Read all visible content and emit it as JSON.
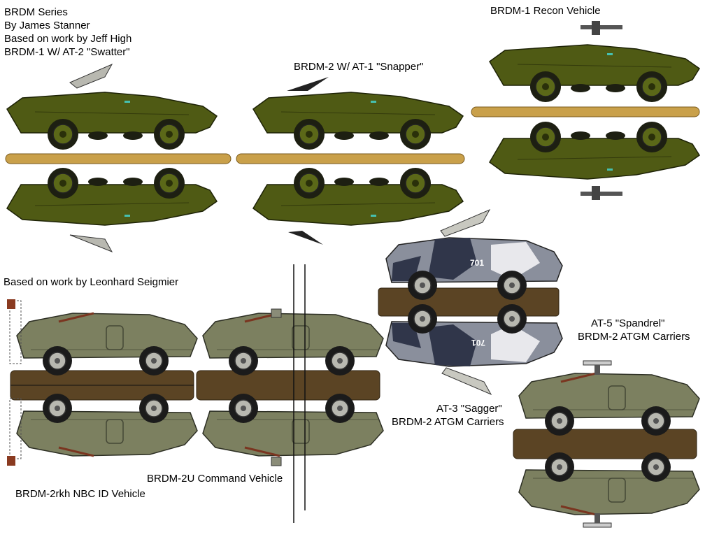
{
  "header": {
    "lines": [
      "BRDM Series",
      "By James Stanner",
      "Based on work by Jeff High",
      "BRDM-1 W/ AT-2 \"Swatter\""
    ]
  },
  "labels": {
    "at1": "BRDM-2 W/ AT-1 \"Snapper\"",
    "recon": "BRDM-1 Recon Vehicle",
    "seigmier": "Based on work by Leonhard Seigmier",
    "at5_line1": "AT-5 \"Spandrel\"",
    "at5_line2": "BRDM-2 ATGM Carriers",
    "at3_line1": "AT-3 \"Sagger\"",
    "at3_line2": "BRDM-2 ATGM Carriers",
    "command": "BRDM-2U Command Vehicle",
    "nbc": "BRDM-2rkh NBC ID Vehicle"
  },
  "markings": {
    "hull_number_top": "701",
    "hull_number_bottom": "701"
  },
  "colors": {
    "olive_green": "#4f5a14",
    "olive_dark": "#333a0c",
    "khaki_grey": "#7c8060",
    "khaki_dark": "#555841",
    "camo_light": "#e8e8ec",
    "camo_grey": "#8a8f9c",
    "camo_dark": "#30364a",
    "brown_bar": "#5b4424",
    "gold_bar": "#c9a04a",
    "wheel_dark": "#1d1f12",
    "hub_green": "#5b6818"
  }
}
